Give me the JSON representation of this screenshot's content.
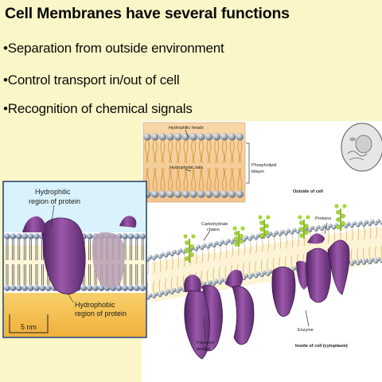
{
  "slide": {
    "title": "Cell Membranes have several functions",
    "bullets": [
      "•Separation from outside environment",
      "•Control transport in/out of cell",
      "•Recognition of chemical signals"
    ]
  },
  "left_diagram": {
    "label_hydrophilic": [
      "Hydrophilic",
      "region of protein"
    ],
    "label_hydrophobic": [
      "Hydrophobic",
      "region of protein"
    ],
    "scale": "5 nm"
  },
  "right_diagram": {
    "hydrophilic_heads": "Hydrophilic heads",
    "hydrophobic_tails": "Hydrophobic tails",
    "phospholipid_bilayer": [
      "Phospholipid",
      "bilayer"
    ],
    "outside_of_cell": "Outside of cell",
    "proteins": "Proteins",
    "carbohydrate_chains": [
      "Carbohydrate",
      "chains"
    ],
    "enzyme": "Enzyme",
    "inside_of_cell": "Inside of cell (cytoplasm)",
    "transport_protein": [
      "Transport",
      "protein"
    ]
  },
  "colors": {
    "background": "#fbf6c7",
    "protein": "#7d3f8c",
    "head": "#9aa8b6",
    "carbohydrate": "#9bcc2a",
    "cytoplasm": "#f6c24f"
  }
}
